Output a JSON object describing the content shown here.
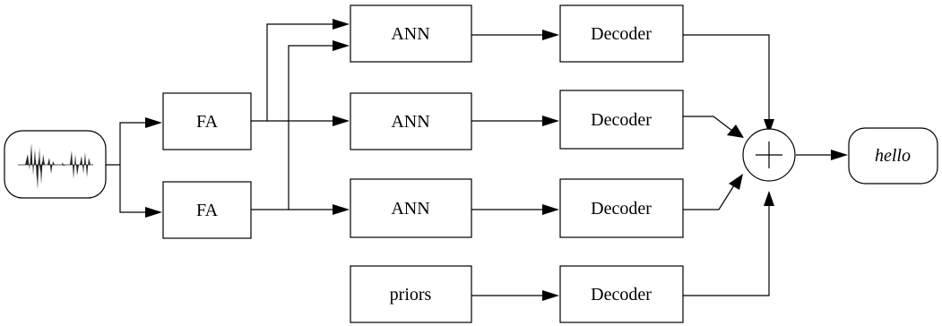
{
  "diagram": {
    "feature_extractors": [
      {
        "label": "FA"
      },
      {
        "label": "FA"
      }
    ],
    "networks": [
      {
        "label": "ANN"
      },
      {
        "label": "ANN"
      },
      {
        "label": "ANN"
      },
      {
        "label": "priors"
      }
    ],
    "decoders": [
      {
        "label": "Decoder"
      },
      {
        "label": "Decoder"
      },
      {
        "label": "Decoder"
      },
      {
        "label": "Decoder"
      }
    ],
    "combiner": {
      "icon": "plus-circle-icon"
    },
    "input": {
      "icon": "waveform-icon"
    },
    "output": {
      "label": "hello"
    }
  }
}
